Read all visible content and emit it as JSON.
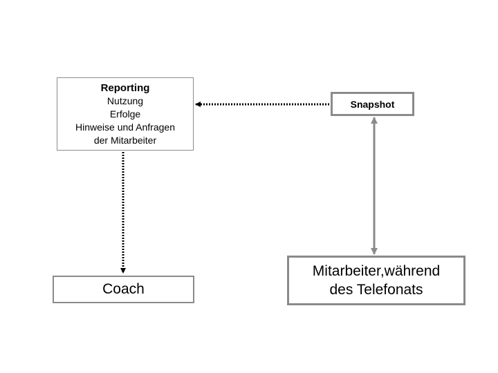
{
  "diagram": {
    "reporting": {
      "title": "Reporting",
      "lines": [
        "Nutzung",
        "Erfolge",
        "Hinweise und Anfragen",
        "der Mitarbeiter"
      ]
    },
    "snapshot": {
      "label": "Snapshot"
    },
    "coach": {
      "label": "Coach"
    },
    "employee": {
      "line1": "Mitarbeiter,während",
      "line2": "des Telefonats"
    },
    "colors": {
      "border": "#8a8a8a",
      "dotted_arrow": "#000000",
      "solid_arrow": "#8a8a8a"
    }
  }
}
